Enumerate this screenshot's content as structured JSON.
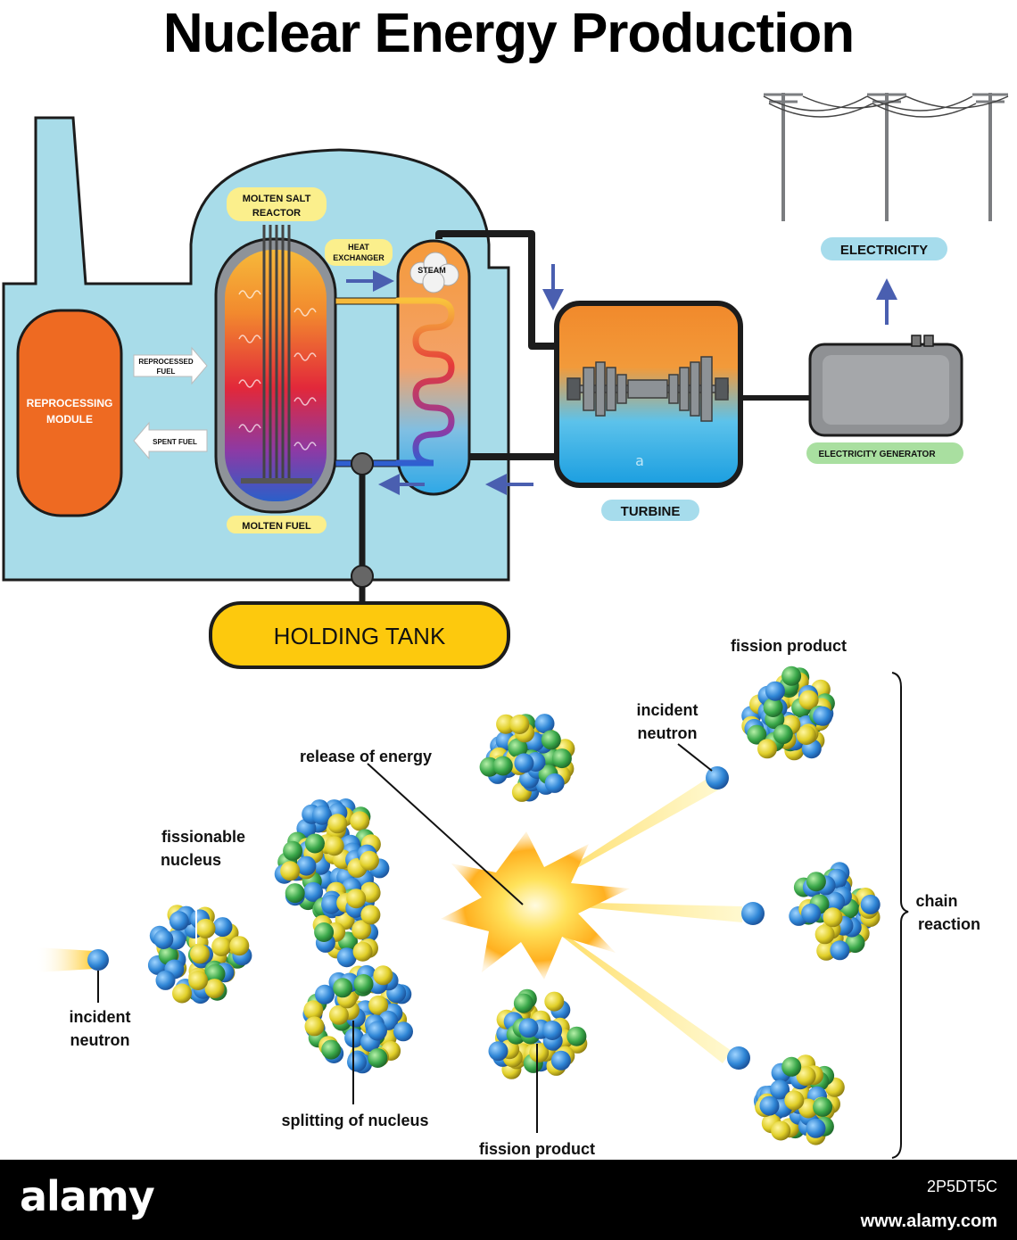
{
  "title": "Nuclear Energy Production",
  "reactor_labels": {
    "molten_salt_reactor_1": "MOLTEN SALT",
    "molten_salt_reactor_2": "REACTOR",
    "heat_exchanger_1": "HEAT",
    "heat_exchanger_2": "EXCHANGER",
    "steam": "STEAM",
    "reprocessed_fuel_1": "REPROCESSED",
    "reprocessed_fuel_2": "FUEL",
    "spent_fuel": "SPENT FUEL",
    "reprocessing_module_1": "REPROCESSING",
    "reprocessing_module_2": "MODULE",
    "molten_fuel": "MOLTEN FUEL",
    "holding_tank": "HOLDING TANK",
    "turbine": "TURBINE",
    "electricity": "ELECTRICITY",
    "electricity_generator": "ELECTRICITY GENERATOR"
  },
  "fission_labels": {
    "fission_product_top": "fission product",
    "incident_neutron_top_1": "incident",
    "incident_neutron_top_2": "neutron",
    "release_of_energy": "release of energy",
    "fissionable_nucleus_1": "fissionable",
    "fissionable_nucleus_2": "nucleus",
    "incident_neutron_left_1": "incident",
    "incident_neutron_left_2": "neutron",
    "splitting_of_nucleus": "splitting of nucleus",
    "fission_product_bottom": "fission product",
    "chain_reaction_1": "chain",
    "chain_reaction_2": "reaction"
  },
  "watermark": {
    "logo": "alamy",
    "image_id": "2P5DT5C",
    "site": "www.alamy.com"
  },
  "colors": {
    "building": "#a8dce9",
    "reprocessing": "#ee6a22",
    "label_yellow": "#fbef8c",
    "label_blue": "#a6dcec",
    "label_green": "#a9dfa0",
    "arrow_blue": "#4a5fb0",
    "tank": "#fdc90d",
    "generator": "#8f9194",
    "nucleon_blue": "#2f86d6",
    "nucleon_yellow": "#e6d52a",
    "nucleon_green": "#3aa84a"
  }
}
